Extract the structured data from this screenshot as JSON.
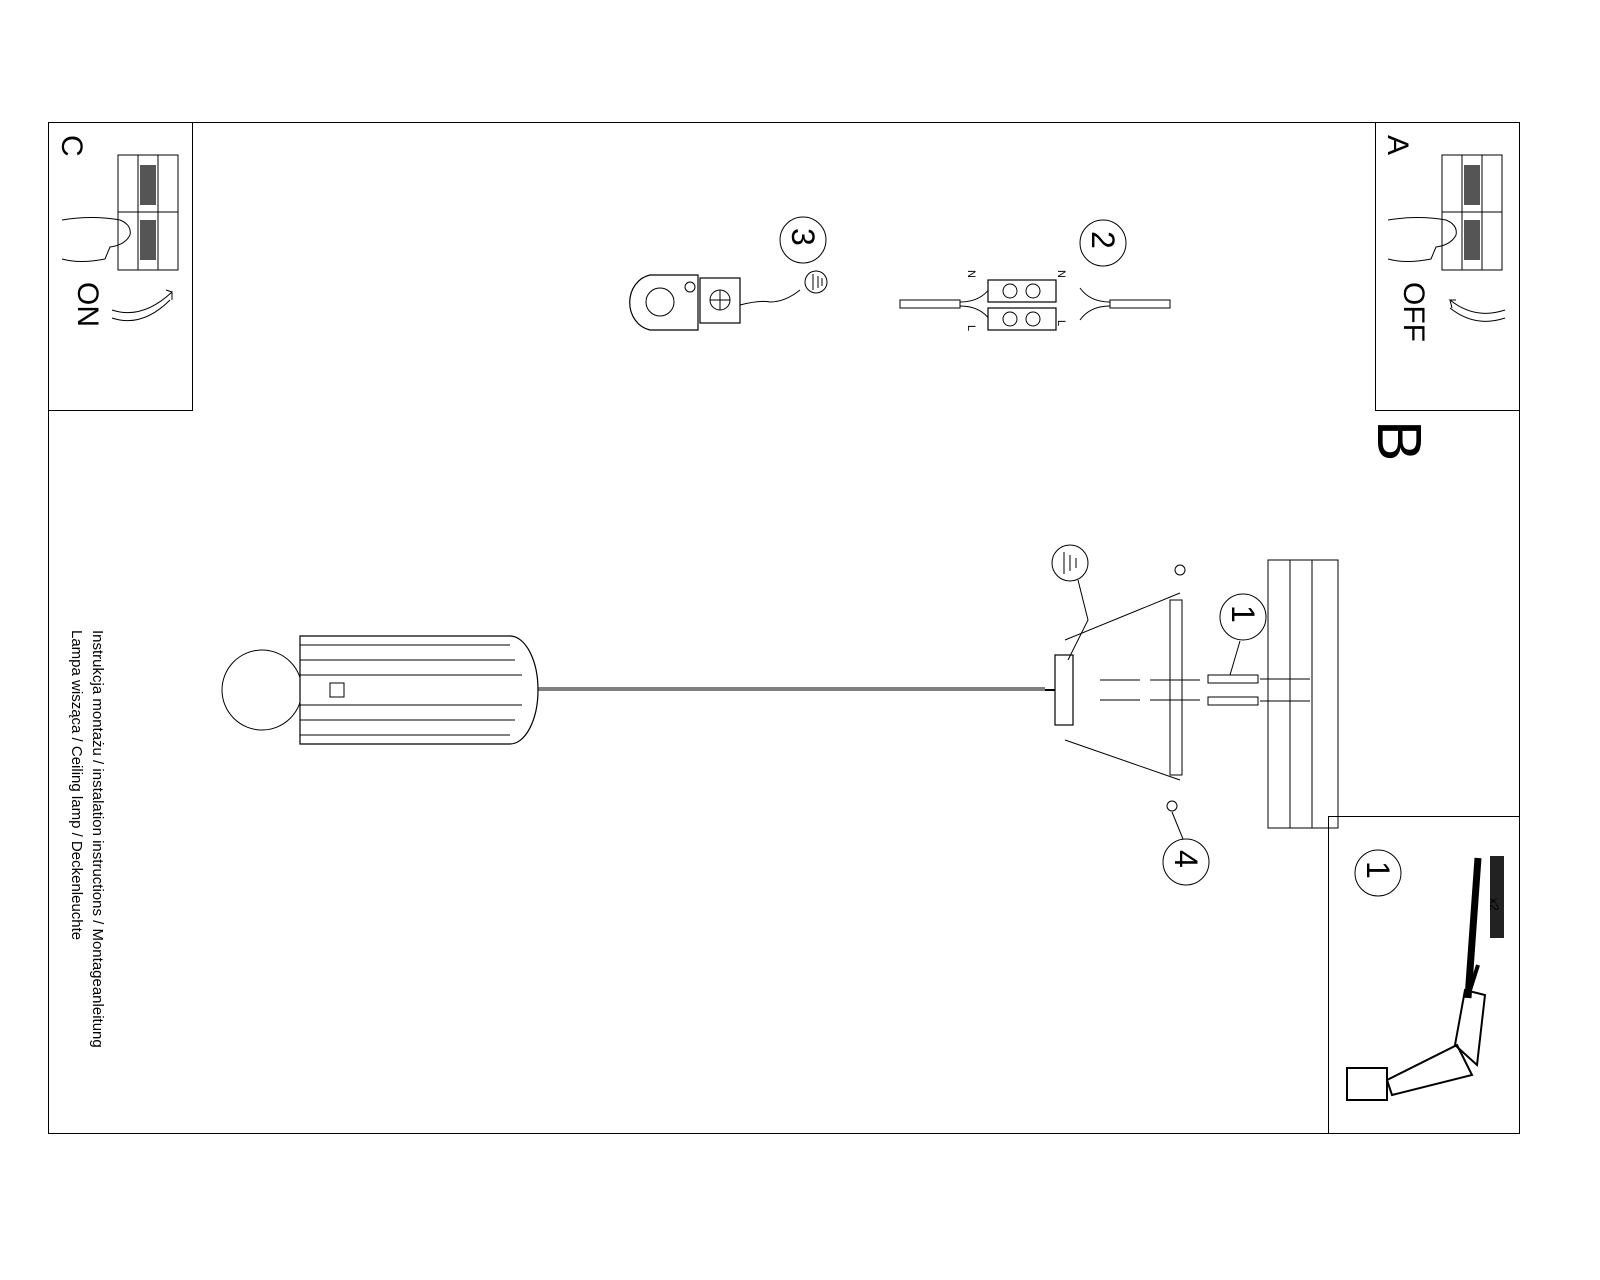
{
  "panels": {
    "c": {
      "letter": "C",
      "state": "ON"
    },
    "a": {
      "letter": "A",
      "state": "OFF"
    },
    "b": {
      "letter": "B"
    }
  },
  "steps": {
    "s1": "1",
    "s2": "2",
    "s3": "3",
    "s4": "4",
    "parts_step": "1"
  },
  "wire_labels": {
    "n_left": "N",
    "n_right": "N",
    "l_left": "L",
    "l_right": "L"
  },
  "parts": {
    "quantity": "x2"
  },
  "caption": {
    "line1": "Instrukcja montażu / instalation instructions / Montageanleitung",
    "line2": "Lampa wisząca / Ceiling lamp / Deckenleuchte"
  }
}
